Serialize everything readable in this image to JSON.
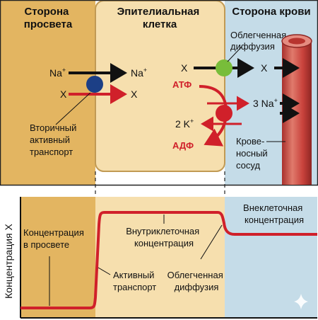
{
  "top": {
    "lumen_title": [
      "Сторона",
      "просвета"
    ],
    "cell_title": [
      "Эпителиальная",
      "клетка"
    ],
    "blood_title": "Сторона крови",
    "na_left": "Na",
    "na_right": "Na",
    "na_sup": "+",
    "x_left": "X",
    "x_right": "X",
    "secondary_transport": [
      "Вторичный",
      "активный",
      "транспорт"
    ],
    "x_basal_in": "X",
    "x_basal_out": "X",
    "facilitated_diffusion": [
      "Облегченная",
      "диффузия"
    ],
    "atp": "АТФ",
    "adp": "АДФ",
    "na3": "3 Na",
    "k2": "2 K",
    "vessel": [
      "Крове-",
      "носный",
      "сосуд"
    ]
  },
  "bottom": {
    "y_axis_label": "Концентрация Х",
    "lumen_conc": [
      "Концентрация",
      "в просвете"
    ],
    "intra_conc": [
      "Внутриклеточная",
      "концентрация"
    ],
    "extra_conc": [
      "Внеклеточная",
      "концентрация"
    ],
    "active_transport": [
      "Активный",
      "транспорт"
    ],
    "facilitated_diffusion": [
      "Облегченная",
      "диффузия"
    ]
  },
  "colors": {
    "lumen": "#e3b561",
    "cell": "#f6dfae",
    "blood": "#c5dce8",
    "red": "#d0202a",
    "blue_transporter": "#1c3f86",
    "green_transporter": "#78bd3a",
    "vessel": "#c9423c"
  }
}
